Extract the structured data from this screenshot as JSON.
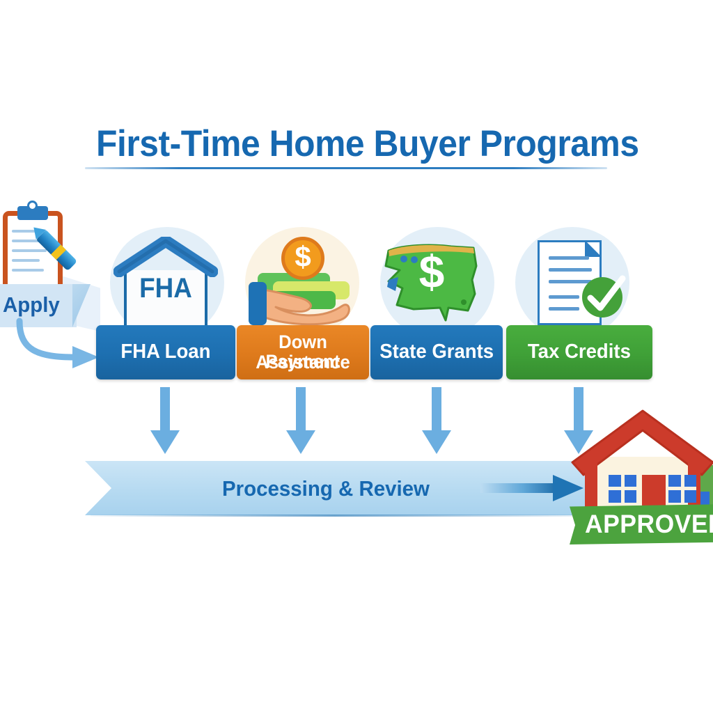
{
  "page": {
    "title": "First-Time Home Buyer Programs"
  },
  "apply_step": {
    "label": "Apply",
    "clipboard_icon": "clipboard-icon",
    "pencil_icon": "pencil-icon",
    "arrow_icon": "curved-arrow-right-icon"
  },
  "programs": [
    {
      "label": "FHA Loan",
      "label_lines": [
        "FHA Loan"
      ],
      "color": "#1D6FB0",
      "circle_color": "#E3EFF8",
      "icon": "house-fha-icon",
      "icon_text": "FHA"
    },
    {
      "label": "Down Payment Assistance",
      "label_lines": [
        "Down Payment",
        "Assistance"
      ],
      "color": "#DE7A1C",
      "circle_color": "#FBF3E3",
      "icon": "hand-holding-money-icon",
      "icon_text": "$"
    },
    {
      "label": "State Grants",
      "label_lines": [
        "State Grants"
      ],
      "color": "#1D6FB0",
      "circle_color": "#E3EFF8",
      "icon": "state-map-dollar-icon",
      "icon_text": "$"
    },
    {
      "label": "Tax Credits",
      "label_lines": [
        "Tax Credits"
      ],
      "color": "#3FA037",
      "circle_color": "#E3EFF8",
      "icon": "document-checkmark-icon",
      "icon_text": ""
    }
  ],
  "flow": {
    "down_arrow_icon": "arrow-down-icon",
    "down_arrow_color": "#6BAEE0",
    "processing_label": "Processing & Review",
    "processing_arrow_icon": "arrow-right-icon",
    "processing_band_color": "#B6DAF1"
  },
  "outcome": {
    "badge_label": "APPROVED",
    "badge_color": "#4CA33E",
    "house_icon": "house-approved-icon",
    "roof_color": "#CC3B2B",
    "window_color": "#2F6FD6",
    "tree_color": "#5FA84A"
  },
  "theme": {
    "title_color": "#1668B0",
    "accent_blue": "#1D6FB0",
    "accent_orange": "#DE7A1C",
    "accent_green": "#3FA037",
    "background": "#FFFFFF"
  }
}
